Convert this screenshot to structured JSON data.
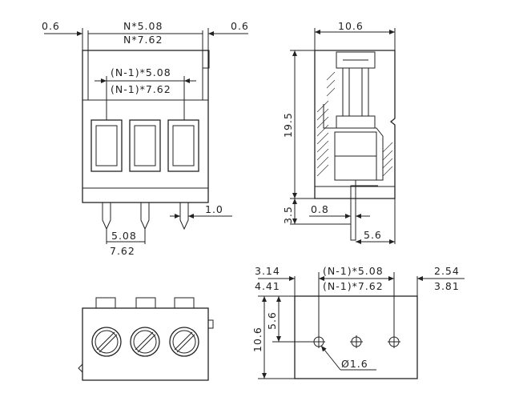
{
  "front_view": {
    "dim_left_margin": "0.6",
    "dim_right_margin": "0.6",
    "dim_pitch_a": "N*5.08",
    "dim_pitch_b": "N*7.62",
    "dim_inner_a": "(N-1)*5.08",
    "dim_inner_b": "(N-1)*7.62",
    "dim_pin_thickness": "1.0",
    "dim_pin_pitch_a": "5.08",
    "dim_pin_pitch_b": "7.62"
  },
  "side_view": {
    "dim_width": "10.6",
    "dim_height": "19.5",
    "dim_pin_length": "3.5",
    "dim_pin_width": "0.8",
    "dim_pin_offset": "5.6"
  },
  "footprint": {
    "dim_left_a": "3.14",
    "dim_left_b": "4.41",
    "dim_center_a": "(N-1)*5.08",
    "dim_center_b": "(N-1)*7.62",
    "dim_right_a": "2.54",
    "dim_right_b": "3.81",
    "dim_height": "10.6",
    "dim_hole_offset": "5.6",
    "dim_hole_diameter": "Ø1.6"
  }
}
